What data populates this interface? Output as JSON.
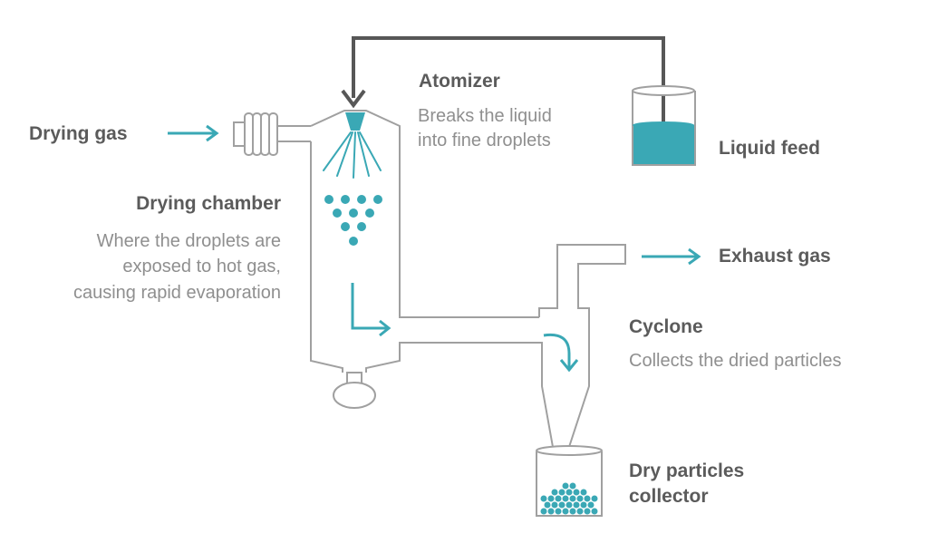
{
  "colors": {
    "accent": "#3aa8b5",
    "line": "#a0a0a0",
    "dark_line": "#575757",
    "heading_text": "#5b5b5b",
    "desc_text": "#8f8f8f"
  },
  "labels": {
    "drying_gas": "Drying gas",
    "atomizer_title": "Atomizer",
    "atomizer_desc_1": "Breaks the liquid",
    "atomizer_desc_2": "into fine droplets",
    "liquid_feed": "Liquid feed",
    "drying_chamber_title": "Drying chamber",
    "drying_chamber_desc_1": "Where the droplets are",
    "drying_chamber_desc_2": "exposed to hot gas,",
    "drying_chamber_desc_3": "causing rapid evaporation",
    "exhaust_gas": "Exhaust gas",
    "cyclone_title": "Cyclone",
    "cyclone_desc": "Collects the dried particles",
    "collector_1": "Dry particles",
    "collector_2": "collector"
  }
}
